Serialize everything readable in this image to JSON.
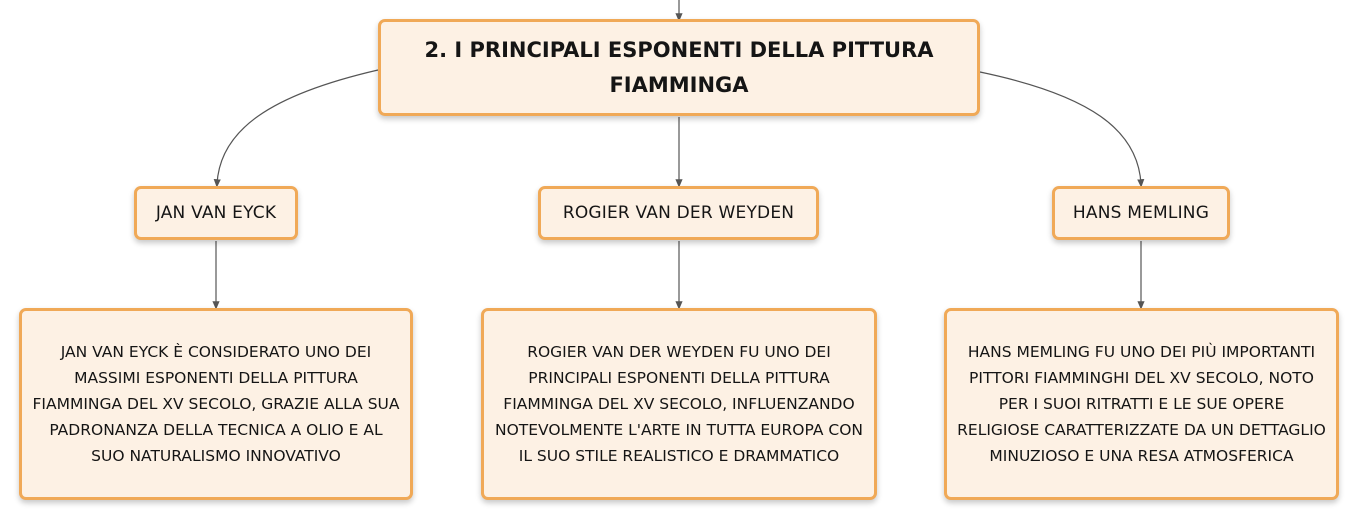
{
  "diagram": {
    "root": {
      "title": "2. I PRINCIPALI ESPONENTI DELLA PITTURA FIAMMINGA"
    },
    "branches": [
      {
        "label": "JAN VAN EYCK",
        "description": "JAN VAN EYCK È CONSIDERATO UNO DEI MASSIMI ESPONENTI DELLA PITTURA FIAMMINGA DEL XV SECOLO, GRAZIE ALLA SUA PADRONANZA DELLA TECNICA A OLIO E AL SUO NATURALISMO INNOVATIVO"
      },
      {
        "label": "ROGIER VAN DER WEYDEN",
        "description": "ROGIER VAN DER WEYDEN FU UNO DEI PRINCIPALI ESPONENTI DELLA PITTURA FIAMMINGA DEL XV SECOLO, INFLUENZANDO NOTEVOLMENTE L'ARTE IN TUTTA EUROPA CON IL SUO STILE REALISTICO E DRAMMATICO"
      },
      {
        "label": "HANS MEMLING",
        "description": "HANS MEMLING FU UNO DEI PIÙ IMPORTANTI PITTORI FIAMMINGHI DEL XV SECOLO, NOTO PER I SUOI RITRATTI E LE SUE OPERE RELIGIOSE CARATTERIZZATE DA UN DETTAGLIO MINUZIOSO E UNA RESA ATMOSFERICA"
      }
    ],
    "colors": {
      "node_fill": "#fdf1e4",
      "node_border": "#f0a957",
      "connector": "#555555",
      "text": "#151515"
    }
  }
}
